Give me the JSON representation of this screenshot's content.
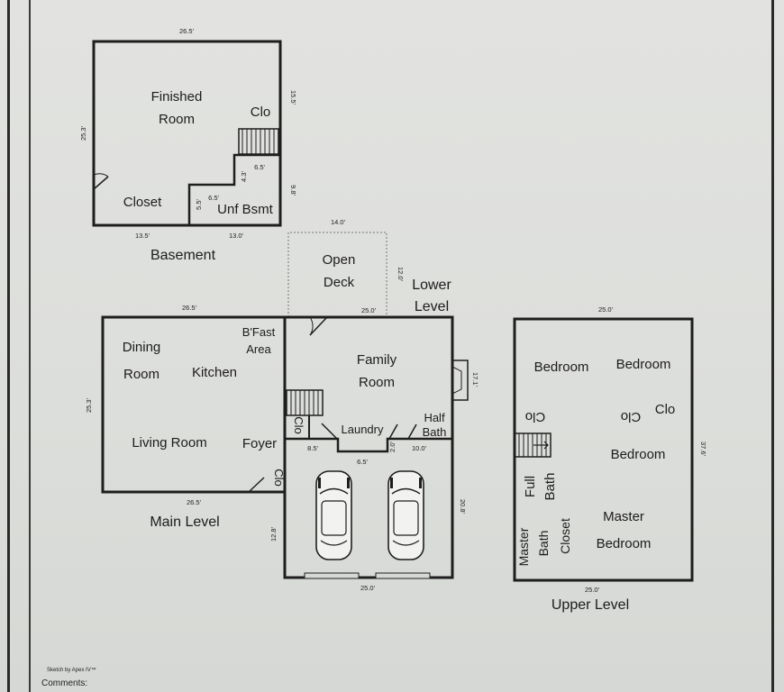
{
  "basement": {
    "title": "Basement",
    "rooms": {
      "finished_room_1": "Finished",
      "finished_room_2": "Room",
      "clo": "Clo",
      "closet": "Closet",
      "unf_bsmt": "Unf Bsmt"
    },
    "dims": {
      "top": "26.5'",
      "left": "25.3'",
      "right_upper": "15.5'",
      "right_lower": "9.8'",
      "bottom_left": "13.5'",
      "bottom_right": "13.0'",
      "step_a": "6.5'",
      "step_b": "4.3'",
      "step_c": "6.5'",
      "step_d": "5.5'"
    }
  },
  "deck": {
    "rooms": {
      "open": "Open",
      "deck": "Deck"
    },
    "dims": {
      "top": "14.0'",
      "right": "12.0'",
      "bottom": "25.0'"
    }
  },
  "lower_level": {
    "title_1": "Lower",
    "title_2": "Level"
  },
  "main_level": {
    "title": "Main Level",
    "rooms": {
      "dining_1": "Dining",
      "dining_2": "Room",
      "kitchen": "Kitchen",
      "bfast_1": "B'Fast",
      "bfast_2": "Area",
      "living_room": "Living Room",
      "foyer": "Foyer",
      "clo": "Clo"
    },
    "dims": {
      "top": "26.5'",
      "left": "25.3'",
      "bottom": "26.5'"
    }
  },
  "lower_rooms": {
    "rooms": {
      "family_1": "Family",
      "family_2": "Room",
      "clo": "Clo",
      "laundry": "Laundry",
      "half_1": "Half",
      "half_2": "Bath"
    },
    "dims": {
      "fireplace": "17.1'",
      "left_seg": "8.5'",
      "mid_seg": "6.5'",
      "right_seg": "10.0'",
      "small": "2.0'",
      "garage_right": "20.8'",
      "garage_left": "12.8'",
      "bottom": "25.0'"
    }
  },
  "upper_level": {
    "title": "Upper Level",
    "rooms": {
      "bedroom_1": "Bedroom",
      "bedroom_2": "Bedroom",
      "clo_left": "Clo",
      "clo_mid": "Clo",
      "clo_right": "Clo",
      "bedroom_3": "Bedroom",
      "full_1": "Full",
      "full_2": "Bath",
      "master_1": "Master",
      "master_2": "Bedroom",
      "master_bath_1": "Master",
      "master_bath_2": "Bath",
      "closet": "Closet"
    },
    "dims": {
      "top": "25.0'",
      "right": "37.6'",
      "bottom": "25.0'"
    }
  },
  "footer": {
    "credit": "Sketch by Apex IV™",
    "comments": "Comments:"
  },
  "colors": {
    "wall": "#1e1e1e",
    "deck_line": "#777777",
    "background": "#dcdedb"
  }
}
